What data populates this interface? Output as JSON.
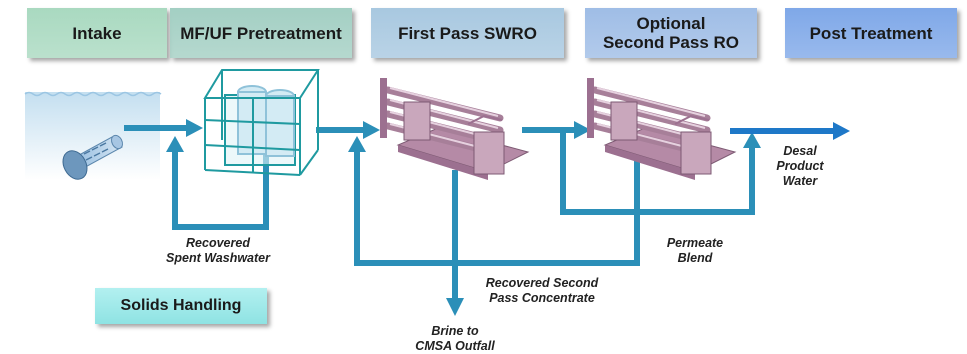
{
  "stages": [
    {
      "label": "Intake",
      "color": "#a9d9c0"
    },
    {
      "label": "MF/UF Pretreatment",
      "color": "#a3cfc3"
    },
    {
      "label": "First Pass SWRO",
      "color": "#a8c8e0"
    },
    {
      "label": "Optional\nSecond Pass RO",
      "color": "#9fbde6"
    },
    {
      "label": "Post Treatment",
      "color": "#7fa8e8"
    }
  ],
  "flow_labels": {
    "recovered_washwater": "Recovered\nSpent Washwater",
    "desal_product_water": "Desal\nProduct\nWater",
    "permeate_blend": "Permeate\nBlend",
    "recovered_concentrate": "Recovered Second\nPass Concentrate",
    "brine": "Brine to\nCMSA Outfall"
  },
  "solids_handling": "Solids Handling",
  "colors": {
    "flow_arrow": "#2b8fb8",
    "product_arrow": "#1e78c8",
    "water": "#d8ebf6",
    "equipment": "#c9a7bc"
  }
}
